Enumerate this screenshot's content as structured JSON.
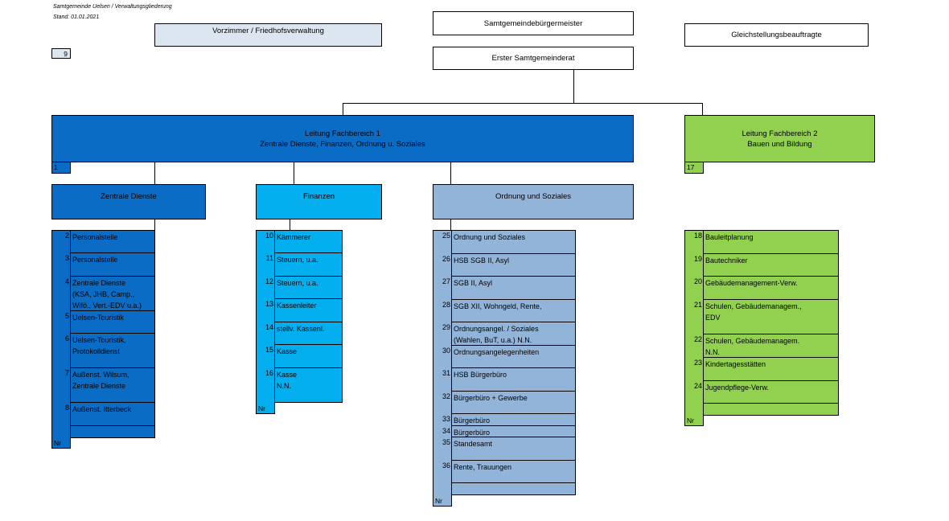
{
  "header": {
    "line1": "Samtgemeinde Uelsen / Verwaltungsgliederung",
    "line2": "Stand: 01.01.2021"
  },
  "top": {
    "vorzimmer": "Vorzimmer / Friedhofsverwaltung",
    "vorzimmer_nr": "9",
    "buergermeister": "Samtgemeindebürgermeister",
    "gleichstellung": "Gleichstellungsbeauftragte",
    "erster_rat": "Erster Samtgemeinderat"
  },
  "fb1": {
    "title": "Leitung Fachbereich 1",
    "subtitle": "Zentrale Dienste, Finanzen, Ordnung u. Soziales",
    "nr": "1"
  },
  "fb2": {
    "title": "Leitung Fachbereich 2",
    "subtitle": "Bauen und Bildung",
    "nr": "17"
  },
  "nr_label": "Nr",
  "columns": {
    "zentrale": {
      "title": "Zentrale Dienste",
      "color": "#0a6cc4",
      "rows": [
        {
          "nr": "2",
          "lines": [
            "Personalstelle"
          ]
        },
        {
          "nr": "3",
          "lines": [
            "Personalstelle"
          ]
        },
        {
          "nr": "4",
          "lines": [
            "Zentrale Dienste",
            "(KSA, JHB, Camp.,",
            "Wifö., Vert.-EDV u.a.)"
          ]
        },
        {
          "nr": "5",
          "lines": [
            "Uelsen-Touristik"
          ]
        },
        {
          "nr": "6",
          "lines": [
            "Uelsen-Touristik,",
            "Protokolldienst"
          ]
        },
        {
          "nr": "7",
          "lines": [
            "Außenst. Wilsum,",
            "Zentrale Dienste"
          ]
        },
        {
          "nr": "8",
          "lines": [
            "Außenst. Itterbeck"
          ]
        }
      ]
    },
    "finanzen": {
      "title": "Finanzen",
      "color": "#03aeee",
      "rows": [
        {
          "nr": "10",
          "lines": [
            "Kämmerer"
          ]
        },
        {
          "nr": "11",
          "lines": [
            "Steuern, u.a."
          ]
        },
        {
          "nr": "12",
          "lines": [
            "Steuern, u.a."
          ]
        },
        {
          "nr": "13",
          "lines": [
            "Kassenleiter"
          ]
        },
        {
          "nr": "14",
          "lines": [
            "stellv. Kassenl."
          ]
        },
        {
          "nr": "15",
          "lines": [
            "Kasse"
          ]
        },
        {
          "nr": "16",
          "lines": [
            "Kasse",
            "N.N."
          ]
        }
      ]
    },
    "ordnung": {
      "title": "Ordnung und Soziales",
      "color": "#93b4d9",
      "rows": [
        {
          "nr": "25",
          "lines": [
            "Ordnung und Soziales"
          ]
        },
        {
          "nr": "26",
          "lines": [
            "HSB SGB II, Asyl"
          ]
        },
        {
          "nr": "27",
          "lines": [
            "SGB II, Asyl"
          ]
        },
        {
          "nr": "28",
          "lines": [
            "SGB XII, Wohngeld, Rente,"
          ]
        },
        {
          "nr": "29",
          "lines": [
            "Ordnungsangel. / Soziales",
            "(Wahlen, BuT, u.a.) N.N."
          ]
        },
        {
          "nr": "30",
          "lines": [
            "Ordnungsangelegenheiten"
          ]
        },
        {
          "nr": "31",
          "lines": [
            "HSB Bürgerbüro"
          ]
        },
        {
          "nr": "32",
          "lines": [
            "Bürgerbüro + Gewerbe"
          ]
        },
        {
          "nr": "33",
          "lines": [
            "Bürgerbüro"
          ]
        },
        {
          "nr": "34",
          "lines": [
            "Bürgerbüro"
          ]
        },
        {
          "nr": "35",
          "lines": [
            "Standesamt"
          ]
        },
        {
          "nr": "36",
          "lines": [
            "Rente, Trauungen"
          ]
        }
      ]
    },
    "bauen": {
      "color": "#92d050",
      "rows": [
        {
          "nr": "18",
          "lines": [
            "Bauleitplanung"
          ]
        },
        {
          "nr": "19",
          "lines": [
            "Bautechniker"
          ]
        },
        {
          "nr": "20",
          "lines": [
            "Gebäudemanagement-Verw."
          ]
        },
        {
          "nr": "21",
          "lines": [
            "Schulen, Gebäudemanagem.,",
            "EDV"
          ]
        },
        {
          "nr": "22",
          "lines": [
            "Schulen, Gebäudemanagem.",
            "N.N."
          ]
        },
        {
          "nr": "23",
          "lines": [
            "Kindertagesstätten"
          ]
        },
        {
          "nr": "24",
          "lines": [
            "Jugendpflege-Verw."
          ]
        }
      ]
    }
  }
}
